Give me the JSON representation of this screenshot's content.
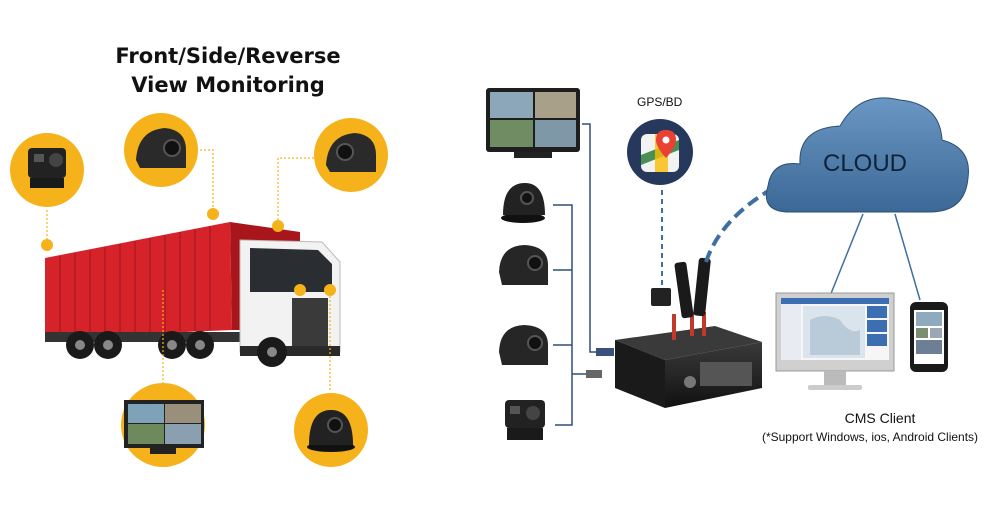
{
  "left_panel": {
    "title_line1": "Front/Side/Reverse",
    "title_line2": "View Monitoring"
  },
  "right_panel": {
    "gps_label": "GPS/BD",
    "cloud_label": "CLOUD",
    "cms_label": "CMS Client",
    "cms_sublabel": "(*Support Windows, ios, Android Clients)"
  },
  "colors": {
    "accent_yellow": "#f5b21a",
    "cloud_blue": "#4a78a6",
    "truck_red": "#d6232a",
    "wire_blue": "#2f4f7a",
    "wifi_dash": "#3f6fa0"
  }
}
